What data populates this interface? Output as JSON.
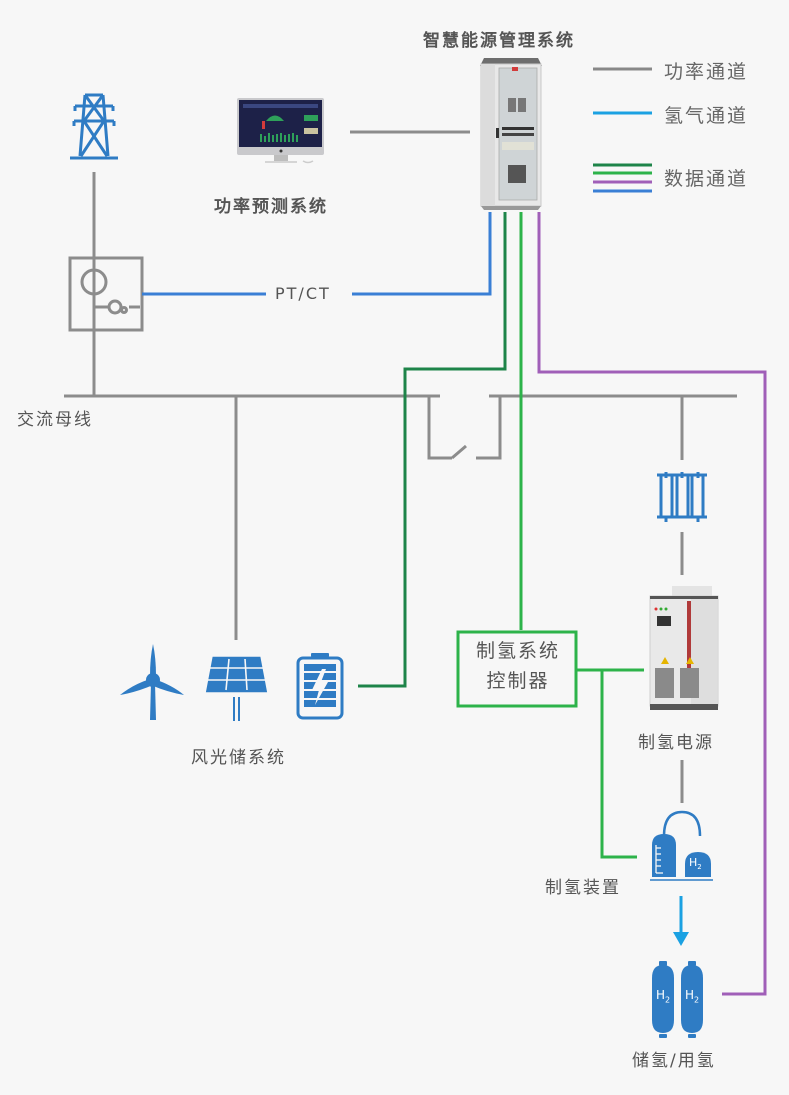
{
  "title": "智慧能源管理系统",
  "legend": [
    {
      "label": "功率通道",
      "color": "#888888"
    },
    {
      "label": "氢气通道",
      "color": "#1ba1e2"
    },
    {
      "label": "数据通道",
      "colors": [
        "#1e8449",
        "#2db34a",
        "#a05fb8",
        "#3a7fd5"
      ]
    }
  ],
  "nodes": {
    "power_forecast": "功率预测系统",
    "pt_ct": "PT/CT",
    "ac_bus": "交流母线",
    "renewables": "风光储系统",
    "h2_controller": [
      "制氢系统",
      "控制器"
    ],
    "h2_power_supply": "制氢电源",
    "h2_device": "制氢装置",
    "h2_storage": "储氢/用氢",
    "h2_symbol": "H",
    "h2_sub": "2"
  },
  "colors": {
    "power": "#8c8c8c",
    "hydrogen": "#1ba1e2",
    "data_dark_green": "#1e8449",
    "data_green": "#2db34a",
    "data_purple": "#a05fb8",
    "data_blue": "#3a7fd5",
    "icon_blue": "#2f7cc4"
  }
}
